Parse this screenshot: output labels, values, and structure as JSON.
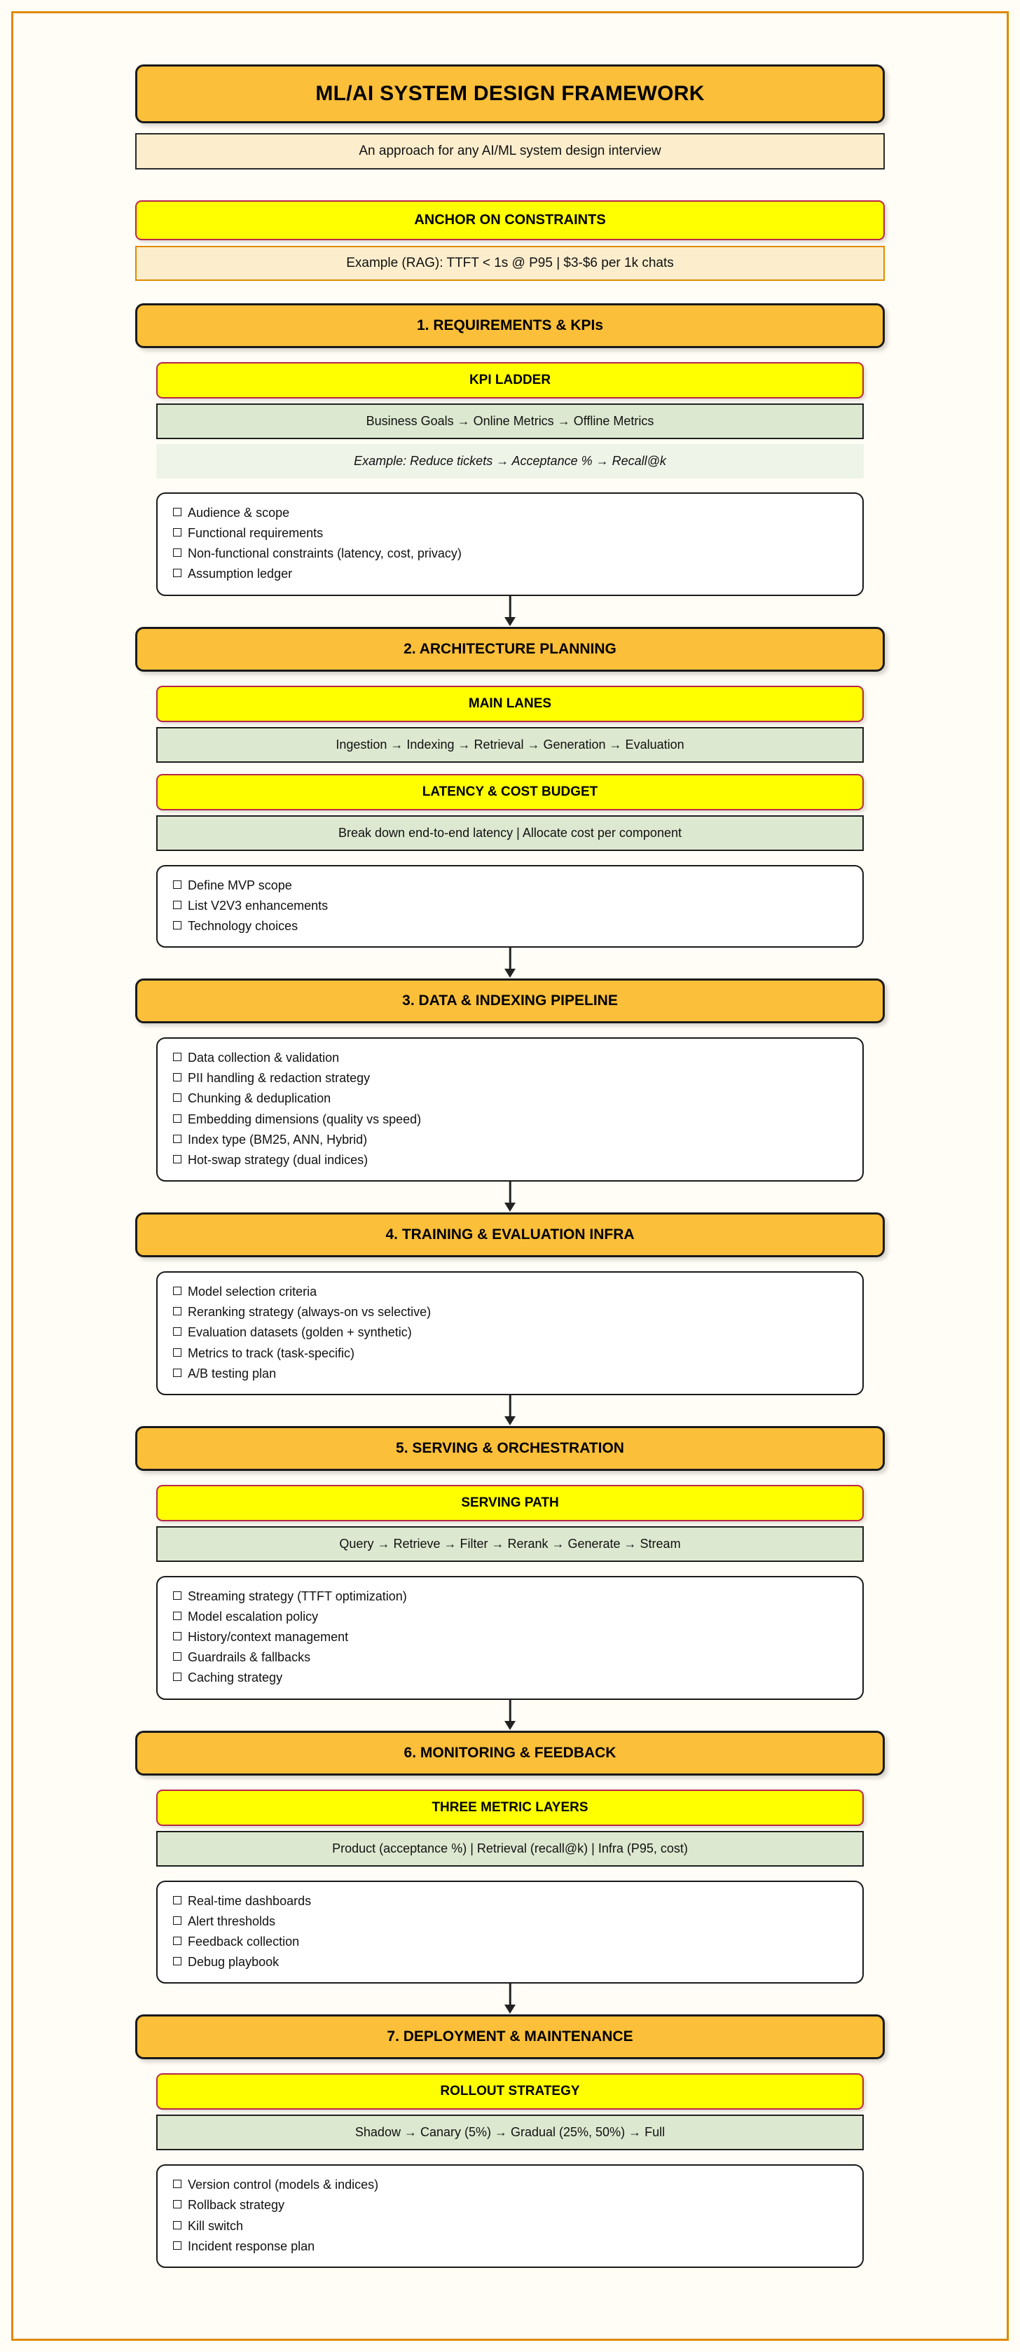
{
  "colors": {
    "page_bg": "#fffdf5",
    "page_border": "#e08a00",
    "header_amber": "#fcbf3a",
    "sub_yellow": "#ffff00",
    "sub_yellow_border": "#b8274a",
    "flow_green": "#dde8d0",
    "example_green": "#eef4e8",
    "cream": "#fceecd",
    "checklist_bg": "#ffffff",
    "text": "#111111"
  },
  "header": {
    "title": "ML/AI SYSTEM DESIGN FRAMEWORK",
    "subtitle": "An approach for any AI/ML system design interview"
  },
  "anchor": {
    "banner": "ANCHOR ON CONSTRAINTS",
    "example": "Example (RAG): TTFT < 1s @ P95 | $3-$6 per 1k chats"
  },
  "sections": [
    {
      "id": "requirements-kpis",
      "heading": "1. REQUIREMENTS & KPIs",
      "blocks": [
        {
          "kind": "sub",
          "title": "KPI LADDER",
          "flow": "Business Goals → Online Metrics → Offline Metrics",
          "example": "Example: Reduce tickets → Acceptance % → Recall@k"
        }
      ],
      "checklist": [
        "Audience & scope",
        "Functional requirements",
        "Non-functional constraints (latency, cost, privacy)",
        "Assumption ledger"
      ]
    },
    {
      "id": "architecture-planning",
      "heading": "2. ARCHITECTURE PLANNING",
      "blocks": [
        {
          "kind": "sub",
          "title": "MAIN LANES",
          "flow": "Ingestion → Indexing → Retrieval → Generation → Evaluation",
          "example": null
        },
        {
          "kind": "sub",
          "title": "LATENCY & COST BUDGET",
          "flow": "Break down end-to-end latency | Allocate cost per component",
          "example": null
        }
      ],
      "checklist": [
        "Define MVP scope",
        "List V2V3 enhancements",
        "Technology choices"
      ]
    },
    {
      "id": "data-indexing-pipeline",
      "heading": "3. DATA & INDEXING PIPELINE",
      "blocks": [],
      "checklist": [
        "Data collection & validation",
        "PII handling & redaction strategy",
        "Chunking & deduplication",
        "Embedding dimensions (quality vs speed)",
        "Index type (BM25, ANN, Hybrid)",
        "Hot-swap strategy (dual indices)"
      ]
    },
    {
      "id": "training-evaluation-infra",
      "heading": "4. TRAINING & EVALUATION INFRA",
      "blocks": [],
      "checklist": [
        "Model selection criteria",
        "Reranking strategy (always-on vs selective)",
        "Evaluation datasets (golden + synthetic)",
        "Metrics to track (task-specific)",
        "A/B testing plan"
      ]
    },
    {
      "id": "serving-orchestration",
      "heading": "5. SERVING & ORCHESTRATION",
      "blocks": [
        {
          "kind": "sub",
          "title": "SERVING PATH",
          "flow": "Query → Retrieve → Filter → Rerank → Generate → Stream",
          "example": null
        }
      ],
      "checklist": [
        "Streaming strategy (TTFT optimization)",
        "Model escalation policy",
        "History/context management",
        "Guardrails & fallbacks",
        "Caching strategy"
      ]
    },
    {
      "id": "monitoring-feedback",
      "heading": "6. MONITORING & FEEDBACK",
      "blocks": [
        {
          "kind": "sub",
          "title": "THREE METRIC LAYERS",
          "flow": "Product (acceptance %) | Retrieval (recall@k) | Infra (P95, cost)",
          "example": null
        }
      ],
      "checklist": [
        "Real-time dashboards",
        "Alert thresholds",
        "Feedback collection",
        "Debug playbook"
      ]
    },
    {
      "id": "deployment-maintenance",
      "heading": "7. DEPLOYMENT & MAINTENANCE",
      "blocks": [
        {
          "kind": "sub",
          "title": "ROLLOUT STRATEGY",
          "flow": "Shadow → Canary (5%) → Gradual (25%, 50%) → Full",
          "example": null
        }
      ],
      "checklist": [
        "Version control (models & indices)",
        "Rollback strategy",
        "Kill switch",
        "Incident response plan"
      ]
    }
  ]
}
